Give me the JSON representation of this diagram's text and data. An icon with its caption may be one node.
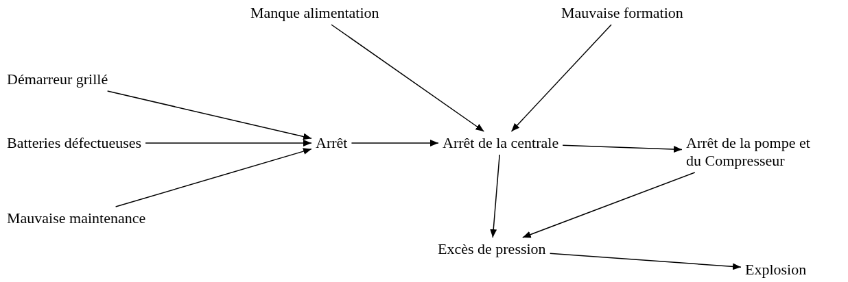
{
  "diagram": {
    "nodes": [
      {
        "text": [
          "Manque alimentation"
        ]
      },
      {
        "text": [
          "Mauvaise formation"
        ]
      },
      {
        "text": [
          "Démarreur grillé"
        ]
      },
      {
        "text": [
          "Batteries défectueuses"
        ]
      },
      {
        "text": [
          "Arrêt"
        ]
      },
      {
        "text": [
          "Arrêt de la centrale"
        ]
      },
      {
        "text": [
          "Arrêt de la pompe et du Compresseur"
        ]
      },
      {
        "text": [
          "Mauvaise maintenance"
        ]
      },
      {
        "text": [
          "Excès de pression"
        ]
      },
      {
        "text": [
          "Explosion"
        ]
      }
    ],
    "edges": [
      {
        "from": 2,
        "to": 4,
        "arrow": "to"
      },
      {
        "from": 3,
        "to": 4,
        "arrow": "to"
      },
      {
        "from": 7,
        "to": 4,
        "arrow": "to"
      },
      {
        "from": 4,
        "to": 5,
        "arrow": "to"
      },
      {
        "from": 0,
        "to": 5,
        "arrow": "to"
      },
      {
        "from": 1,
        "to": 5,
        "arrow": "to"
      },
      {
        "from": 5,
        "to": 6,
        "arrow": "to"
      },
      {
        "from": 5,
        "to": 8,
        "arrow": "to"
      },
      {
        "from": 6,
        "to": 8,
        "arrow": "to"
      },
      {
        "from": 8,
        "to": 9,
        "arrow": "to"
      }
    ]
  }
}
